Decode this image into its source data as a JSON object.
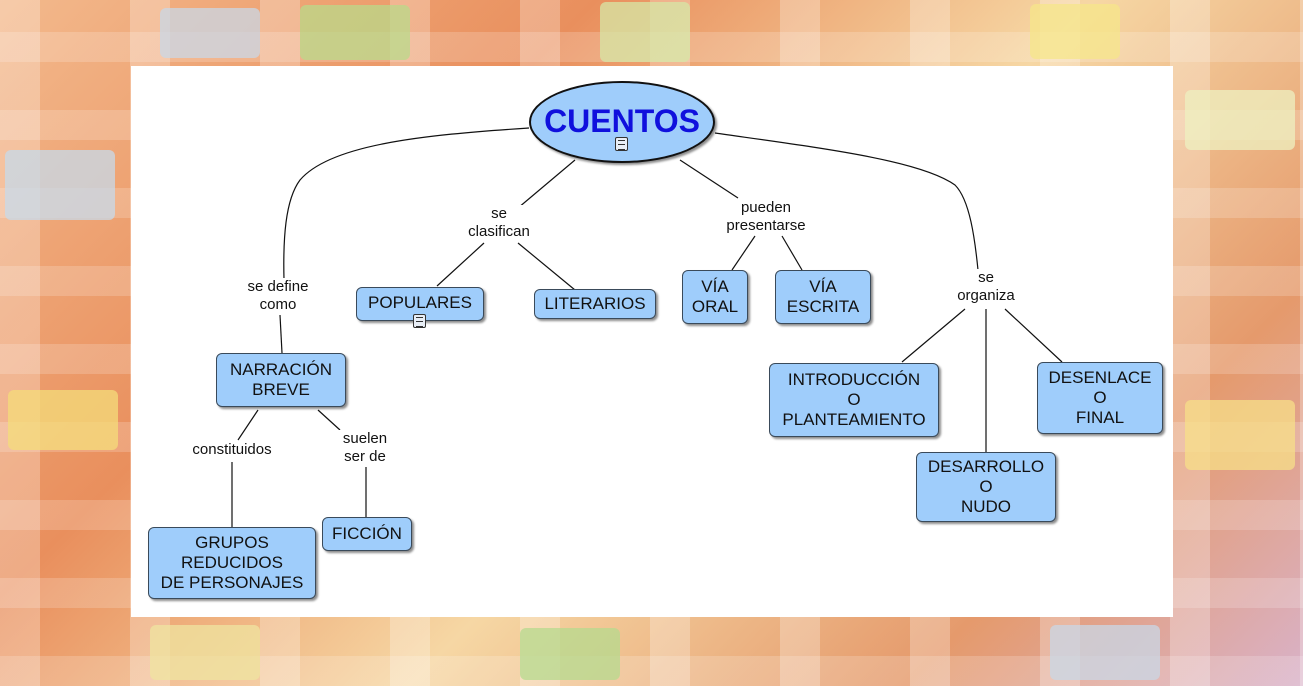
{
  "root": {
    "label": "CUENTOS"
  },
  "link_labels": {
    "se_define_como": "se define\ncomo",
    "se_clasifican": "se\nclasifican",
    "pueden_presentarse": "pueden\npresentarse",
    "se_organiza": "se\norganiza",
    "constituidos": "constituidos",
    "suelen_ser_de": "suelen\nser de"
  },
  "concepts": {
    "narracion_breve": "NARRACIÓN\nBREVE",
    "grupos_reducidos": "GRUPOS\nREDUCIDOS\nDE PERSONAJES",
    "ficcion": "FICCIÓN",
    "populares": "POPULARES",
    "literarios": "LITERARIOS",
    "via_oral": "VÍA\nORAL",
    "via_escrita": "VÍA\nESCRITA",
    "introduccion": "INTRODUCCIÓN\nO\nPLANTEAMIENTO",
    "desarrollo": "DESARROLLO\nO\nNUDO",
    "desenlace": "DESENLACE\nO\nFINAL"
  },
  "colors": {
    "node_fill": "#9fcdfb",
    "root_text": "#1010dd",
    "canvas": "#ffffff"
  },
  "icons": {
    "root_resource": "document-icon",
    "populares_resource": "document-icon"
  }
}
